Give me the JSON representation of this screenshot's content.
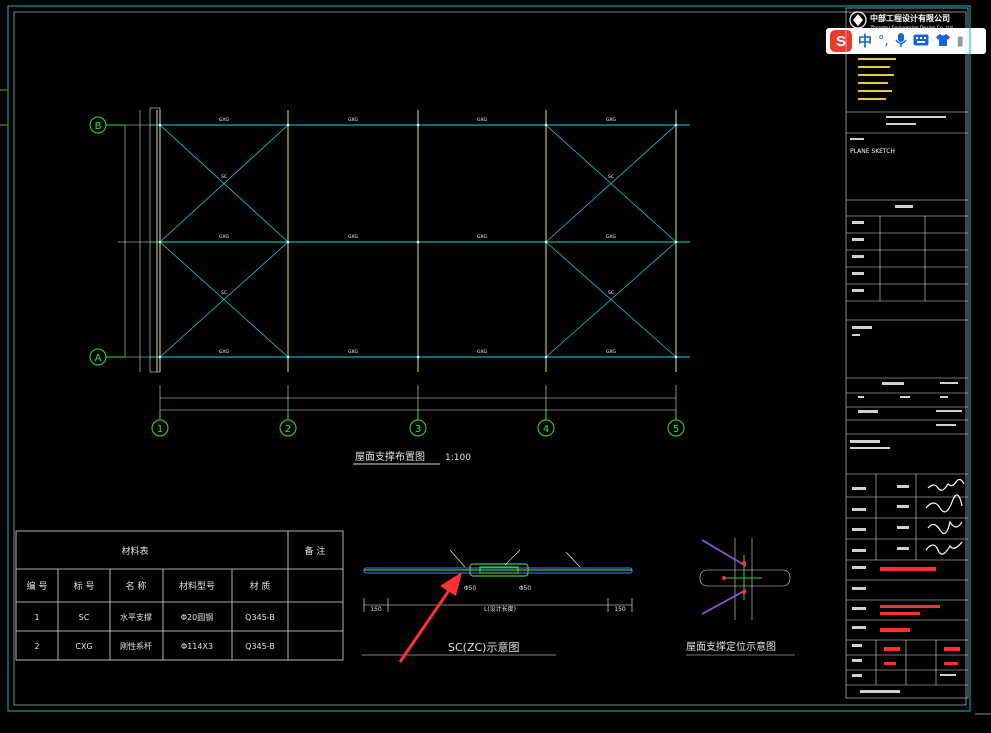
{
  "titleblock": {
    "company_cn": "中部工程设计有限公司",
    "company_en": "Zhongbu Engineering Design Co.,Ltd.",
    "plane_sketch": "PLANE SKETCH"
  },
  "ime": {
    "logo": "S",
    "mode": "中",
    "punct": "°,",
    "icons": [
      "microphone-icon",
      "keyboard-icon",
      "shirt-icon"
    ]
  },
  "plan": {
    "grid_rows": [
      "B",
      "A"
    ],
    "grid_cols": [
      "1",
      "2",
      "3",
      "4",
      "5"
    ],
    "title": "屋面支撑布置图",
    "scale": "1:100",
    "labels": {
      "top_beam": [
        "GXG",
        "GXG",
        "GXG",
        "GXG"
      ],
      "mid_beam": [
        "GXG",
        "GXG",
        "GXG",
        "GXG"
      ],
      "bot_beam": [
        "GXG",
        "GXG",
        "GXG",
        "GXG"
      ],
      "brace": "SC"
    }
  },
  "material_table": {
    "title": "材料表",
    "remark": "备 注",
    "headers": [
      "编 号",
      "标 号",
      "名 称",
      "材料型号",
      "材 质"
    ],
    "rows": [
      [
        "1",
        "SC",
        "水平支撑",
        "Φ20圆钢",
        "Q345-B"
      ],
      [
        "2",
        "CXG",
        "刚性系杆",
        "Φ114X3",
        "Q345-B"
      ]
    ]
  },
  "sc_detail": {
    "title": "SC(ZC)示意图",
    "dim_left": "150",
    "dim_right": "150",
    "dim_mid": "L(设计长度)",
    "d1": "Φ50",
    "d2": "Φ50"
  },
  "position_detail": {
    "title": "屋面支撑定位示意图"
  }
}
